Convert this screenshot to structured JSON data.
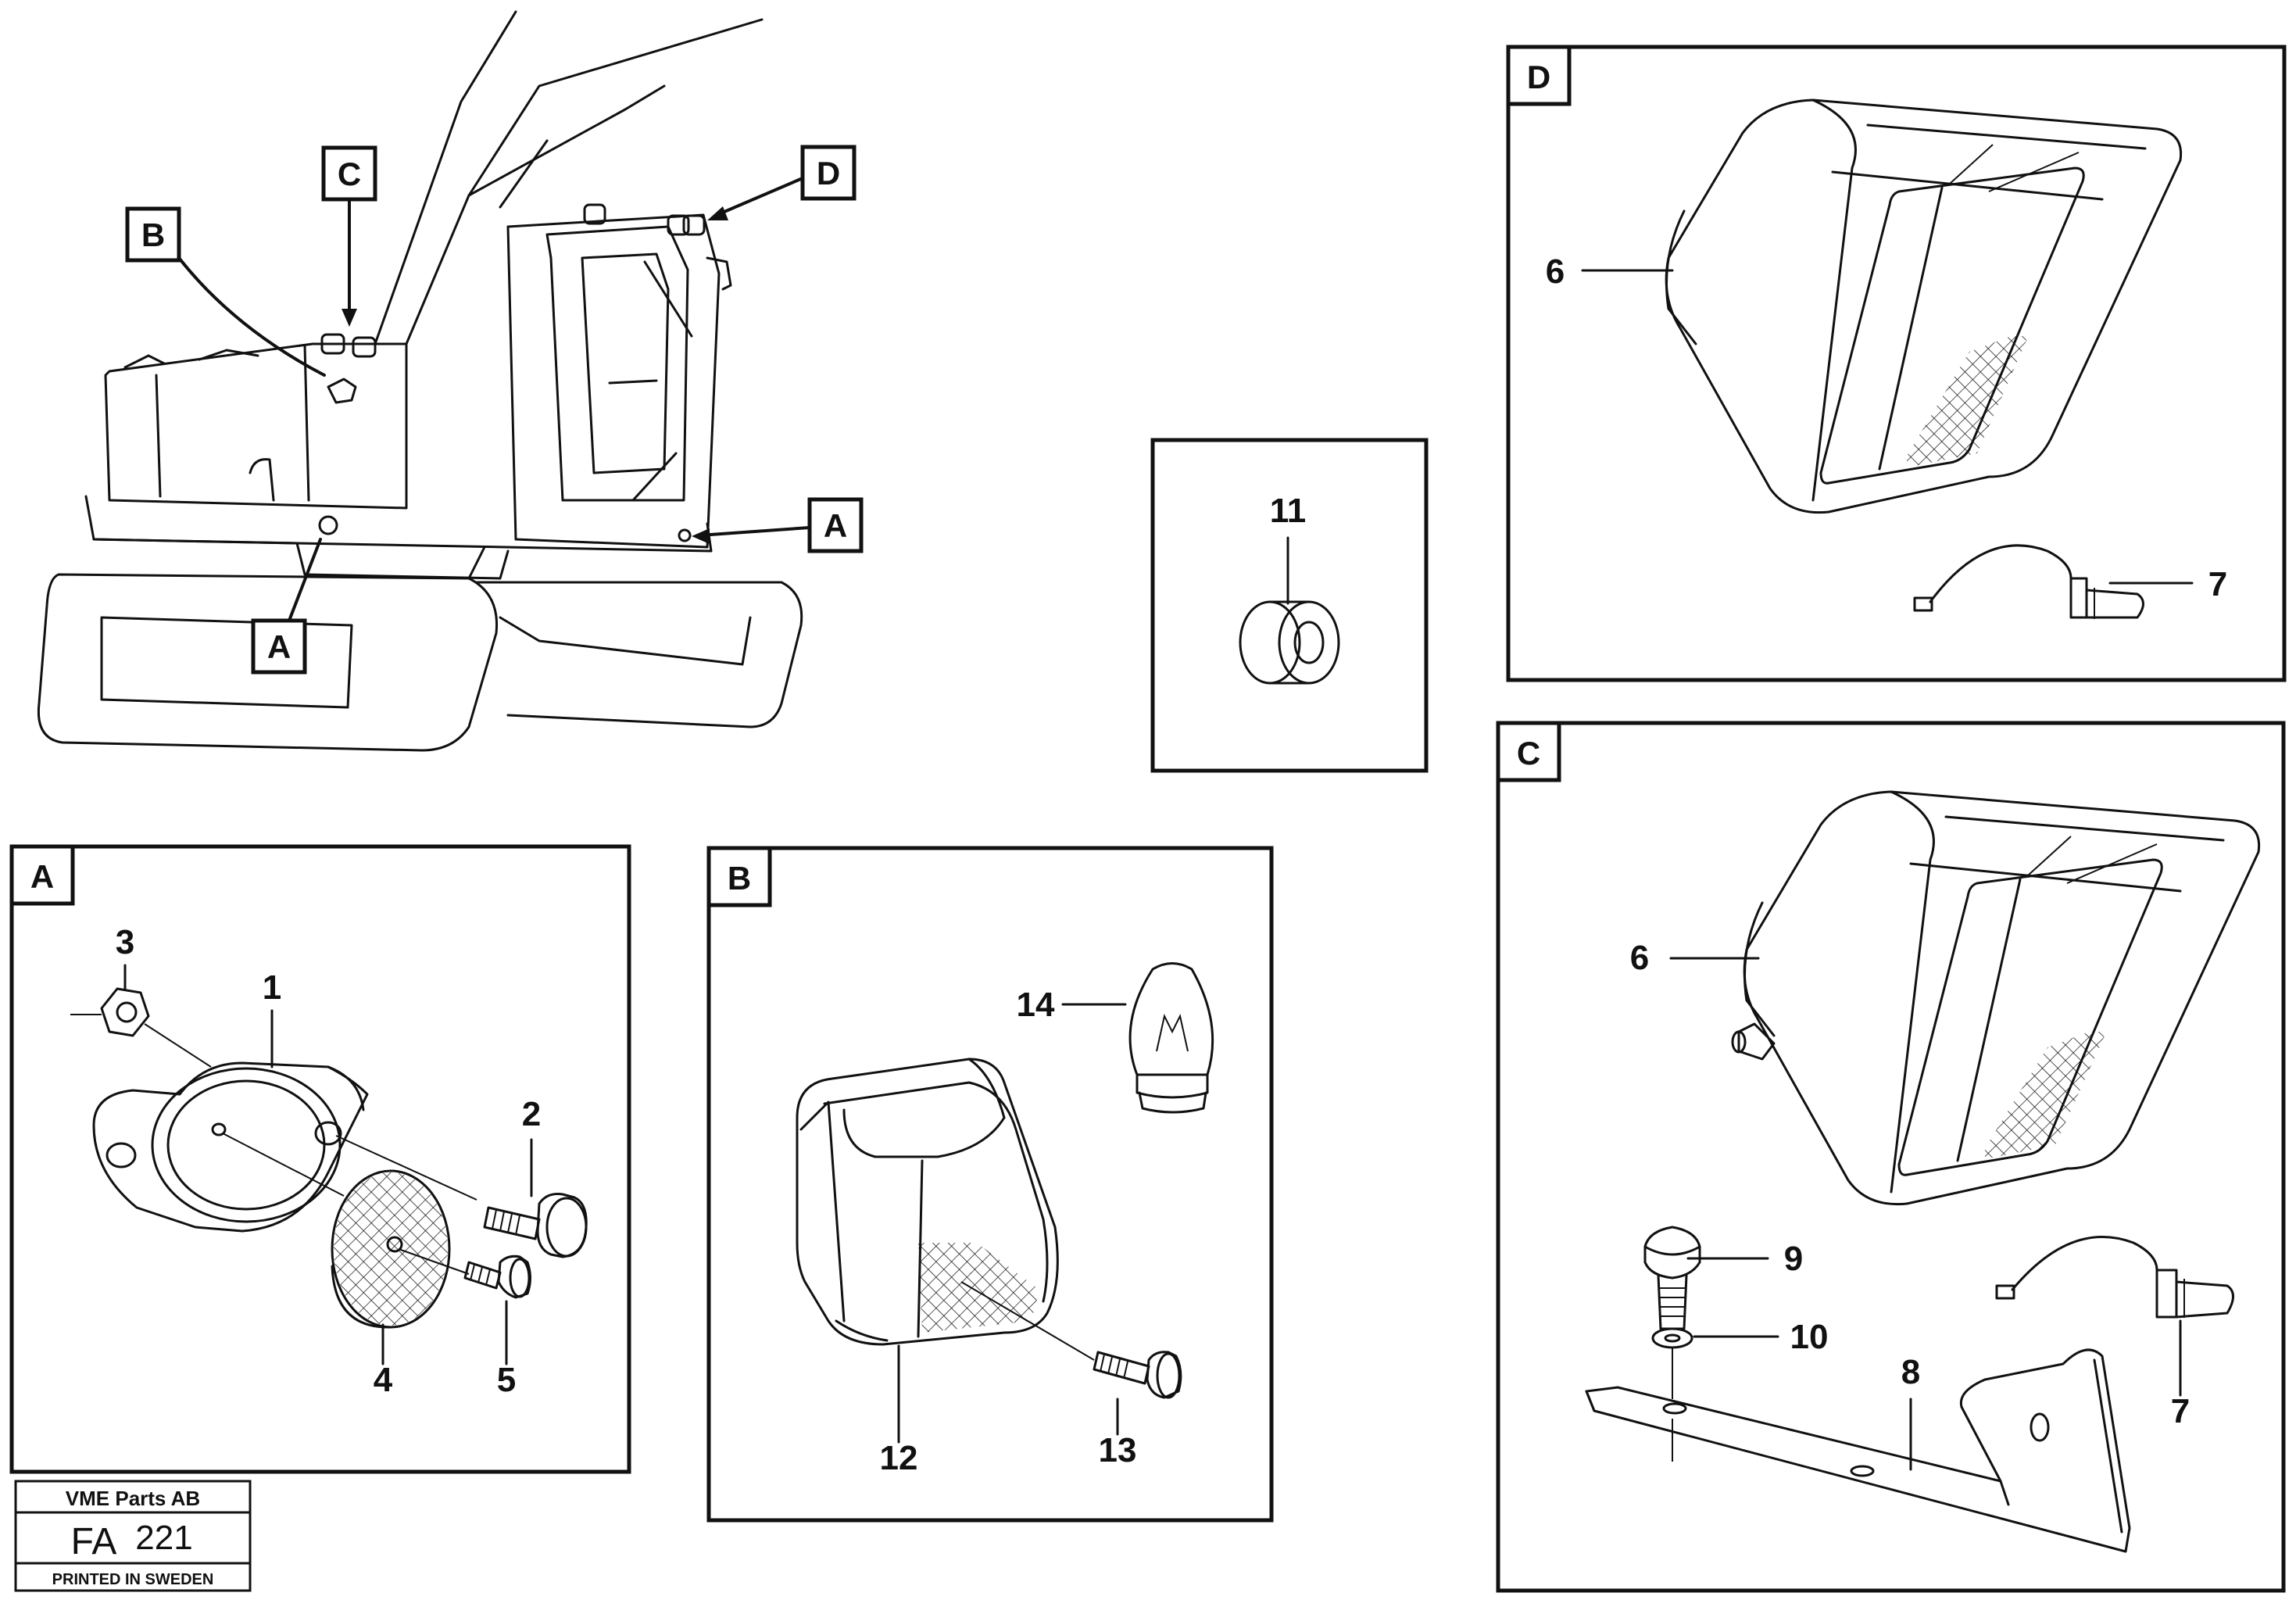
{
  "tags": {
    "overview": {
      "b": "B",
      "c": "C",
      "d": "D",
      "a_right": "A",
      "a_bottom": "A"
    },
    "panels": {
      "a": "A",
      "b": "B",
      "c": "C",
      "d": "D"
    }
  },
  "callouts": {
    "p1": "1",
    "p2": "2",
    "p3": "3",
    "p4": "4",
    "p5": "5",
    "p6_d": "6",
    "p7_d": "7",
    "p11": "11",
    "p12": "12",
    "p13": "13",
    "p14": "14",
    "p6_c": "6",
    "p7_c": "7",
    "p8": "8",
    "p9": "9",
    "p10": "10"
  },
  "stamp": {
    "company": "VME Parts AB",
    "code_prefix": "FA",
    "code_number": "221",
    "printed": "PRINTED IN SWEDEN"
  }
}
